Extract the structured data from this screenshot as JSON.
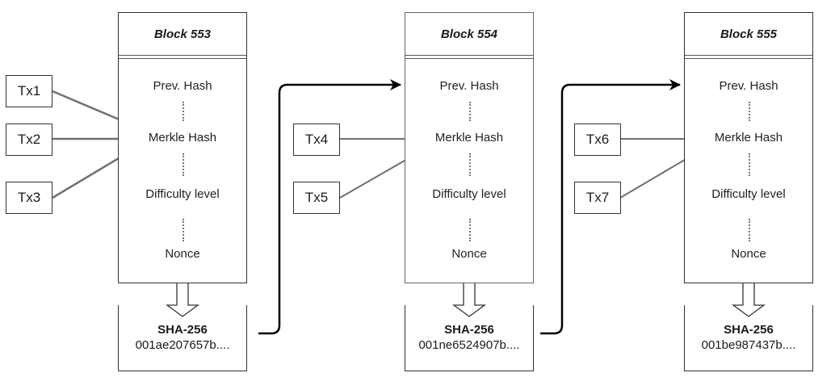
{
  "diagram": {
    "blocks": [
      {
        "title": "Block 553",
        "fields": [
          "Prev. Hash",
          "Merkle Hash",
          "Difficulty level",
          "Nonce"
        ],
        "hash_label": "SHA-256",
        "hash_value": "001ae207657b...."
      },
      {
        "title": "Block 554",
        "fields": [
          "Prev. Hash",
          "Merkle Hash",
          "Difficulty level",
          "Nonce"
        ],
        "hash_label": "SHA-256",
        "hash_value": "001ne6524907b...."
      },
      {
        "title": "Block 555",
        "fields": [
          "Prev. Hash",
          "Merkle Hash",
          "Difficulty level",
          "Nonce"
        ],
        "hash_label": "SHA-256",
        "hash_value": "001be987437b...."
      }
    ],
    "transactions": [
      {
        "label": "Tx1",
        "block": "Block 553"
      },
      {
        "label": "Tx2",
        "block": "Block 553"
      },
      {
        "label": "Tx3",
        "block": "Block 553"
      },
      {
        "label": "Tx4",
        "block": "Block 554"
      },
      {
        "label": "Tx5",
        "block": "Block 554"
      },
      {
        "label": "Tx6",
        "block": "Block 555"
      },
      {
        "label": "Tx7",
        "block": "Block 555"
      }
    ],
    "edges": [
      {
        "from": "Block 553 SHA-256",
        "to": "Block 554 Prev. Hash"
      },
      {
        "from": "Block 554 SHA-256",
        "to": "Block 555 Prev. Hash"
      }
    ],
    "colors": {
      "border": "#333333",
      "tx_arrow": "#707070",
      "chain_arrow": "#000000"
    }
  }
}
